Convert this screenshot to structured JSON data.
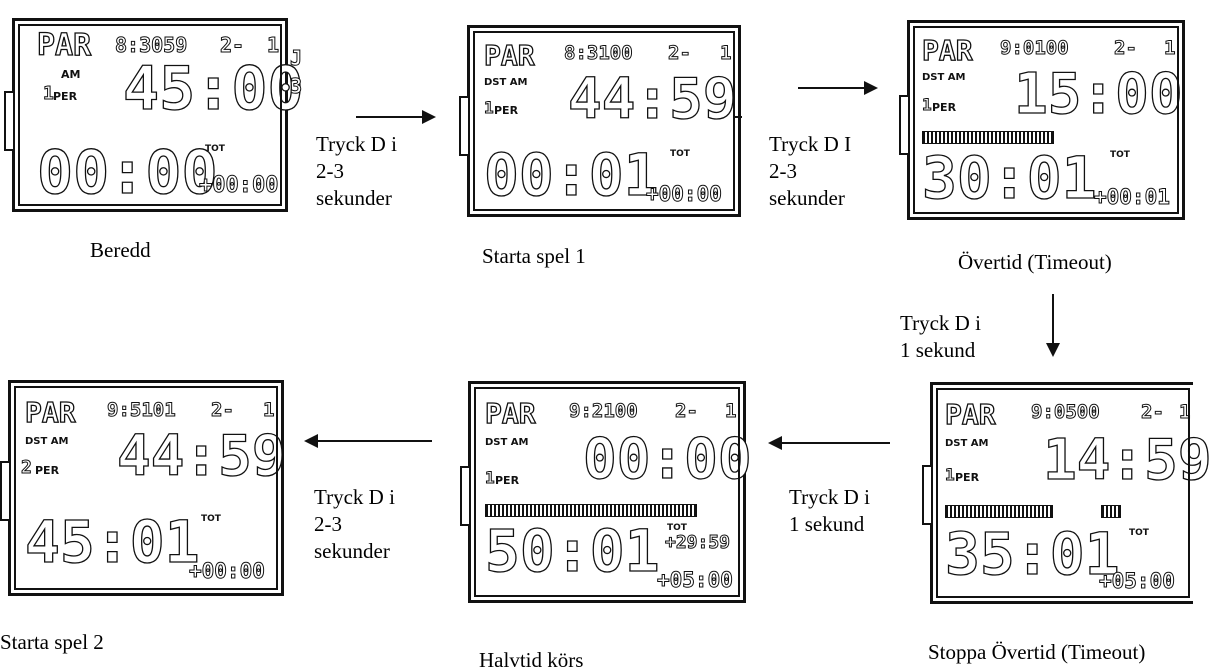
{
  "panels": [
    {
      "id": "beredd",
      "caption": "Beredd",
      "par": "PAR",
      "clock": "8:3059",
      "set": "2-",
      "num": "1",
      "ampm": "AM",
      "per_num": "1",
      "per": "PER",
      "main": "45:00",
      "bottom": "00:00",
      "tot": "TOT",
      "plus": "+00:00",
      "extra": "",
      "bar": false,
      "bar2": false,
      "side_marks": "J 3"
    },
    {
      "id": "starta1",
      "caption": "Starta spel 1",
      "par": "PAR",
      "clock": "8:3100",
      "set": "2-",
      "num": "1",
      "ampm": "DST AM",
      "per_num": "1",
      "per": "PER",
      "main": "44:59",
      "bottom": "00:01",
      "tot": "TOT",
      "plus": "+00:00",
      "extra": "",
      "bar": false,
      "bar2": false
    },
    {
      "id": "overtid",
      "caption": "Övertid (Timeout)",
      "par": "PAR",
      "clock": "9:0100",
      "set": "2-",
      "num": "1",
      "ampm": "DST AM",
      "per_num": "1",
      "per": "PER",
      "main": "15:00",
      "bottom": "30:01",
      "tot": "TOT",
      "plus": "+00:01",
      "extra": "",
      "bar": true,
      "bar2": false
    },
    {
      "id": "stoppa",
      "caption": "Stoppa Övertid (Timeout)",
      "par": "PAR",
      "clock": "9:0500",
      "set": "2-",
      "num": "1",
      "ampm": "DST AM",
      "per_num": "1",
      "per": "PER",
      "main": "14:59",
      "bottom": "35:01",
      "tot": "TOT",
      "plus": "+05:00",
      "extra": "",
      "bar": true,
      "bar2": true
    },
    {
      "id": "halvtid",
      "caption": "Halvtid körs",
      "par": "PAR",
      "clock": "9:2100",
      "set": "2-",
      "num": "1",
      "ampm": "DST AM",
      "per_num": "1",
      "per": "PER",
      "main": "00:00",
      "bottom": "50:01",
      "tot": "TOT",
      "plus": "+05:00",
      "extra": "+29:59",
      "bar": true,
      "bar2": false
    },
    {
      "id": "starta2",
      "caption": "Starta spel 2",
      "par": "PAR",
      "clock": "9:5101",
      "set": "2-",
      "num": "1",
      "ampm": "DST AM",
      "per_num": "2",
      "per": "PER",
      "main": "44:59",
      "bottom": "45:01",
      "tot": "TOT",
      "plus": "+00:00",
      "extra": "",
      "bar": false,
      "bar2": false
    }
  ],
  "steps": [
    {
      "line1": "Tryck  D  i",
      "line2": "2-3",
      "line3": "sekunder"
    },
    {
      "line1": "Tryck  D  I",
      "line2": "2-3",
      "line3": "sekunder"
    },
    {
      "line1": "Tryck  D  i",
      "line2": "1 sekund",
      "line3": ""
    },
    {
      "line1": "Tryck  D  i",
      "line2": "1 sekund",
      "line3": ""
    },
    {
      "line1": "Tryck  D  i",
      "line2": "2-3",
      "line3": "sekunder"
    }
  ]
}
